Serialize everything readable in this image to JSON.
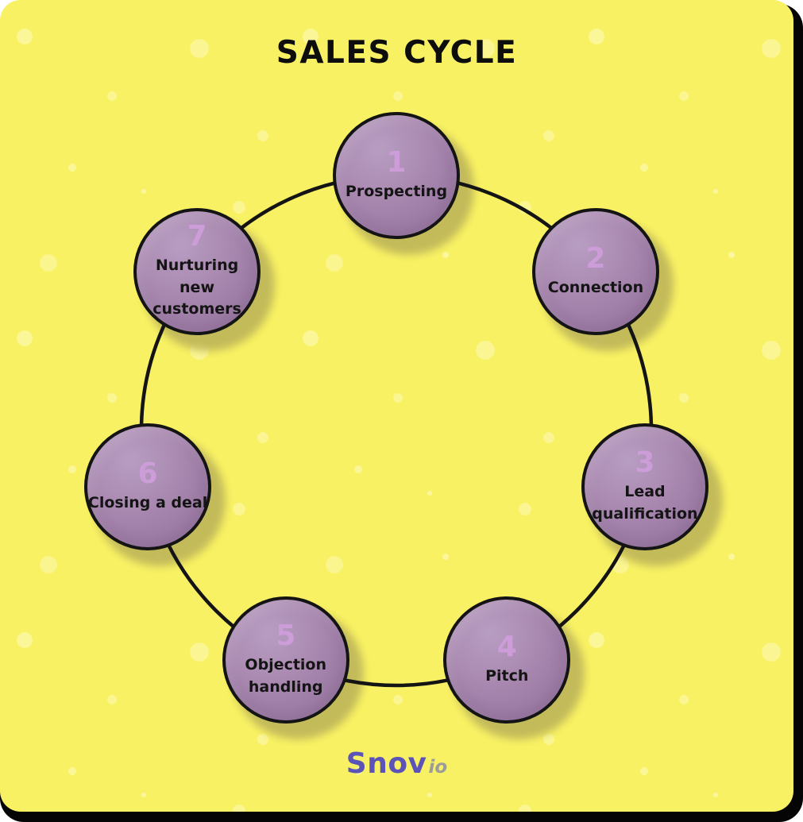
{
  "title": "SALES CYCLE",
  "nodes": [
    {
      "number": "1",
      "label": "Prospecting"
    },
    {
      "number": "2",
      "label": "Connection"
    },
    {
      "number": "3",
      "label": "Lead\nqualification"
    },
    {
      "number": "4",
      "label": "Pitch"
    },
    {
      "number": "5",
      "label": "Objection\nhandling"
    },
    {
      "number": "6",
      "label": "Closing a deal"
    },
    {
      "number": "7",
      "label": "Nurturing\nnew\ncustomers"
    }
  ],
  "brand": {
    "name": "Snov",
    "suffix": "io"
  },
  "colors": {
    "background": "#f8f163",
    "card_shadow": "#050505",
    "circle_fill": "#a184a9",
    "circle_highlight": "#b89dc2",
    "circle_border": "#141414",
    "circle_shadow": "#c1b85a",
    "number": "#cd9dd9",
    "label": "#141414",
    "title": "#0d0d0d",
    "ring": "#141414",
    "brand_primary": "#5b53b8",
    "brand_suffix": "#9b9b9b"
  }
}
